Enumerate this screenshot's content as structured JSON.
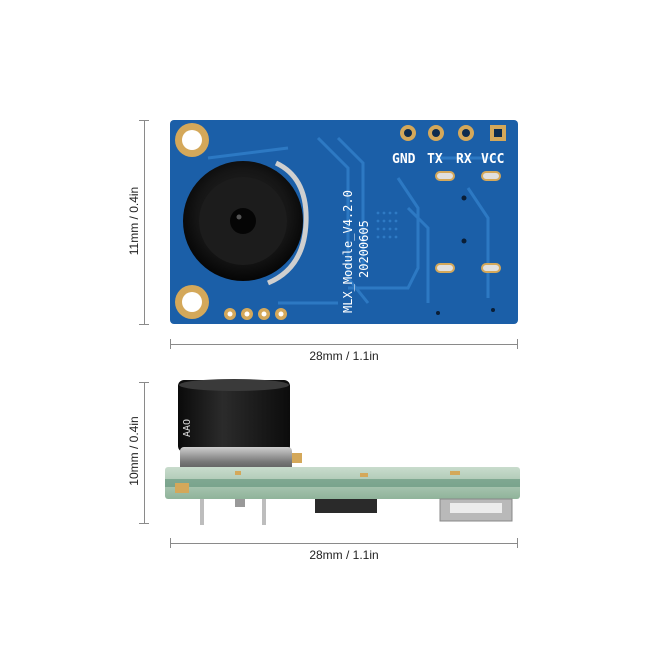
{
  "top_view": {
    "pin_labels": [
      "GND",
      "TX",
      "RX",
      "VCC"
    ],
    "board_text_line1": "MLX_Module_V4.2.0",
    "board_text_line2": "20200605",
    "height_label": "11mm / 0.4in",
    "width_label": "28mm / 1.1in"
  },
  "side_view": {
    "lens_text": "AAO",
    "height_label": "10mm / 0.4in",
    "width_label": "28mm / 1.1in"
  },
  "colors": {
    "pcb_blue": "#1b5fa8",
    "pcb_trace": "#2f7cc7",
    "gold_pad": "#d4a85a",
    "lens_black": "#151515"
  }
}
